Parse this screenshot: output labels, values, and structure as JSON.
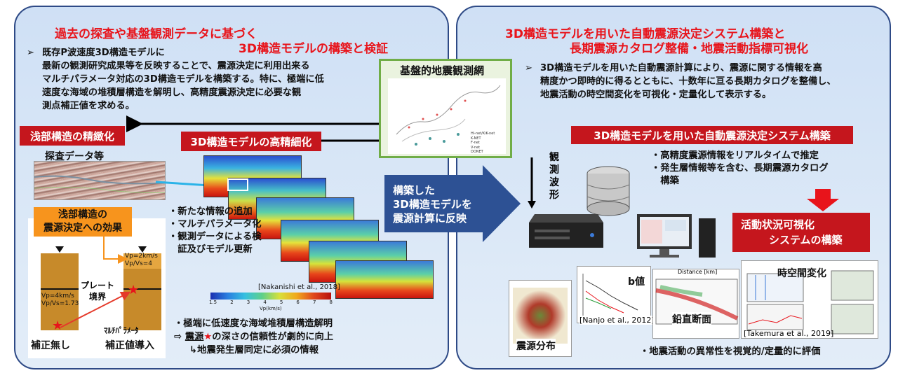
{
  "left_panel": {
    "title_line1": "過去の探査や基盤観測データに基づく",
    "title_line2": "3D構造モデルの構築と検証",
    "paragraph": [
      "既存P波速度3D構造モデルに",
      "最新の観測研究成果等を反映することで、震源決定に利用出来る",
      "マルチパラメータ対応の3D構造モデルを構築する。特に、極端に低",
      "速度な海域の堆積層構造を解明し、高精度震源決定に必要な観",
      "測点補正値を求める。"
    ],
    "shallow_box": "浅部構造の精緻化",
    "model_box": "3D構造モデルの高精細化",
    "survey_label": "探査データ等",
    "effect_box": [
      "浅部構造の",
      "震源決定への効果"
    ],
    "vp_top_right": [
      "Vp=2km/s",
      "Vp/Vs=4"
    ],
    "vp_left": [
      "Vp=4km/s",
      "Vp/Vs=1.73"
    ],
    "plate_label": [
      "プレート",
      "境界"
    ],
    "no_correction": "補正無し",
    "multiparam_label": "ﾏﾙﾁﾊﾟﾗﾒｰﾀ",
    "correction_applied": "補正値導入",
    "model_bullets": [
      "・新たな情報の追加",
      "・マルチパラメータ化",
      "・観測データによる検",
      "　証及びモデル更新"
    ],
    "citation": "[Nakanishi et al., 2018]",
    "colorbar_ticks": [
      "1.5",
      "2",
      "3",
      "4",
      "5",
      "6",
      "7",
      "8"
    ],
    "colorbar_label": "Vp(km/s)",
    "bottom_line1": "・極端に低速度な海域堆積層構造解明",
    "bottom_line2_pre": "⇨ ",
    "bottom_line2_u": "震源",
    "bottom_line2_star": "★",
    "bottom_line2_rest": "の深さの信頼性が劇的に向上",
    "bottom_line3": "↳地震発生層同定に必須の情報"
  },
  "center": {
    "network_title": "基盤的地震観測網",
    "network_legend": [
      "Hi-net/KiK-net",
      "K-NET",
      "F-net",
      "V-net",
      "DONET"
    ],
    "arrow_text": [
      "構築した",
      "3D構造モデルを",
      "震源計算に反映"
    ],
    "waveform_label": [
      "観",
      "測",
      "波",
      "形"
    ]
  },
  "right_panel": {
    "title_line1": "3D構造モデルを用いた自動震源決定システム構築と",
    "title_line2": "長期震源カタログ整備・地震活動指標可視化",
    "paragraph": [
      "3D構造モデルを用いた自動震源計算により、震源に関する情報を高",
      "精度かつ即時的に得るとともに、十数年に亘る長期カタログを整備し、",
      "地震活動の時空間変化を可視化・定量化して表示する。"
    ],
    "system_box": "3D構造モデルを用いた自動震源決定システム構築",
    "system_bullets": [
      "・高精度震源情報をリアルタイムで推定",
      "・発生層情報等を含む、長期震源カタログ",
      "　構築"
    ],
    "viz_box": [
      "活動状況可視化",
      "システムの構築"
    ],
    "b_value": "b値",
    "nanjo_cite": "[Nanjo et al., 2012]",
    "vertical_section": "鉛直断面",
    "distance_label": "Distance [km]",
    "spatiotemporal": "時空間変化",
    "takemura_cite": "[Takemura et al., 2019]",
    "distribution": "震源分布",
    "evaluate_text": "・地震活動の異常性を視覚的/定量的に評価"
  },
  "colors": {
    "panel_border": "#2e4a86",
    "red_box": "#c5161d",
    "orange_box": "#f7941d",
    "green_border": "#70ad47",
    "blue_arrow": "#2d5194",
    "title_red": "#e8141b"
  }
}
